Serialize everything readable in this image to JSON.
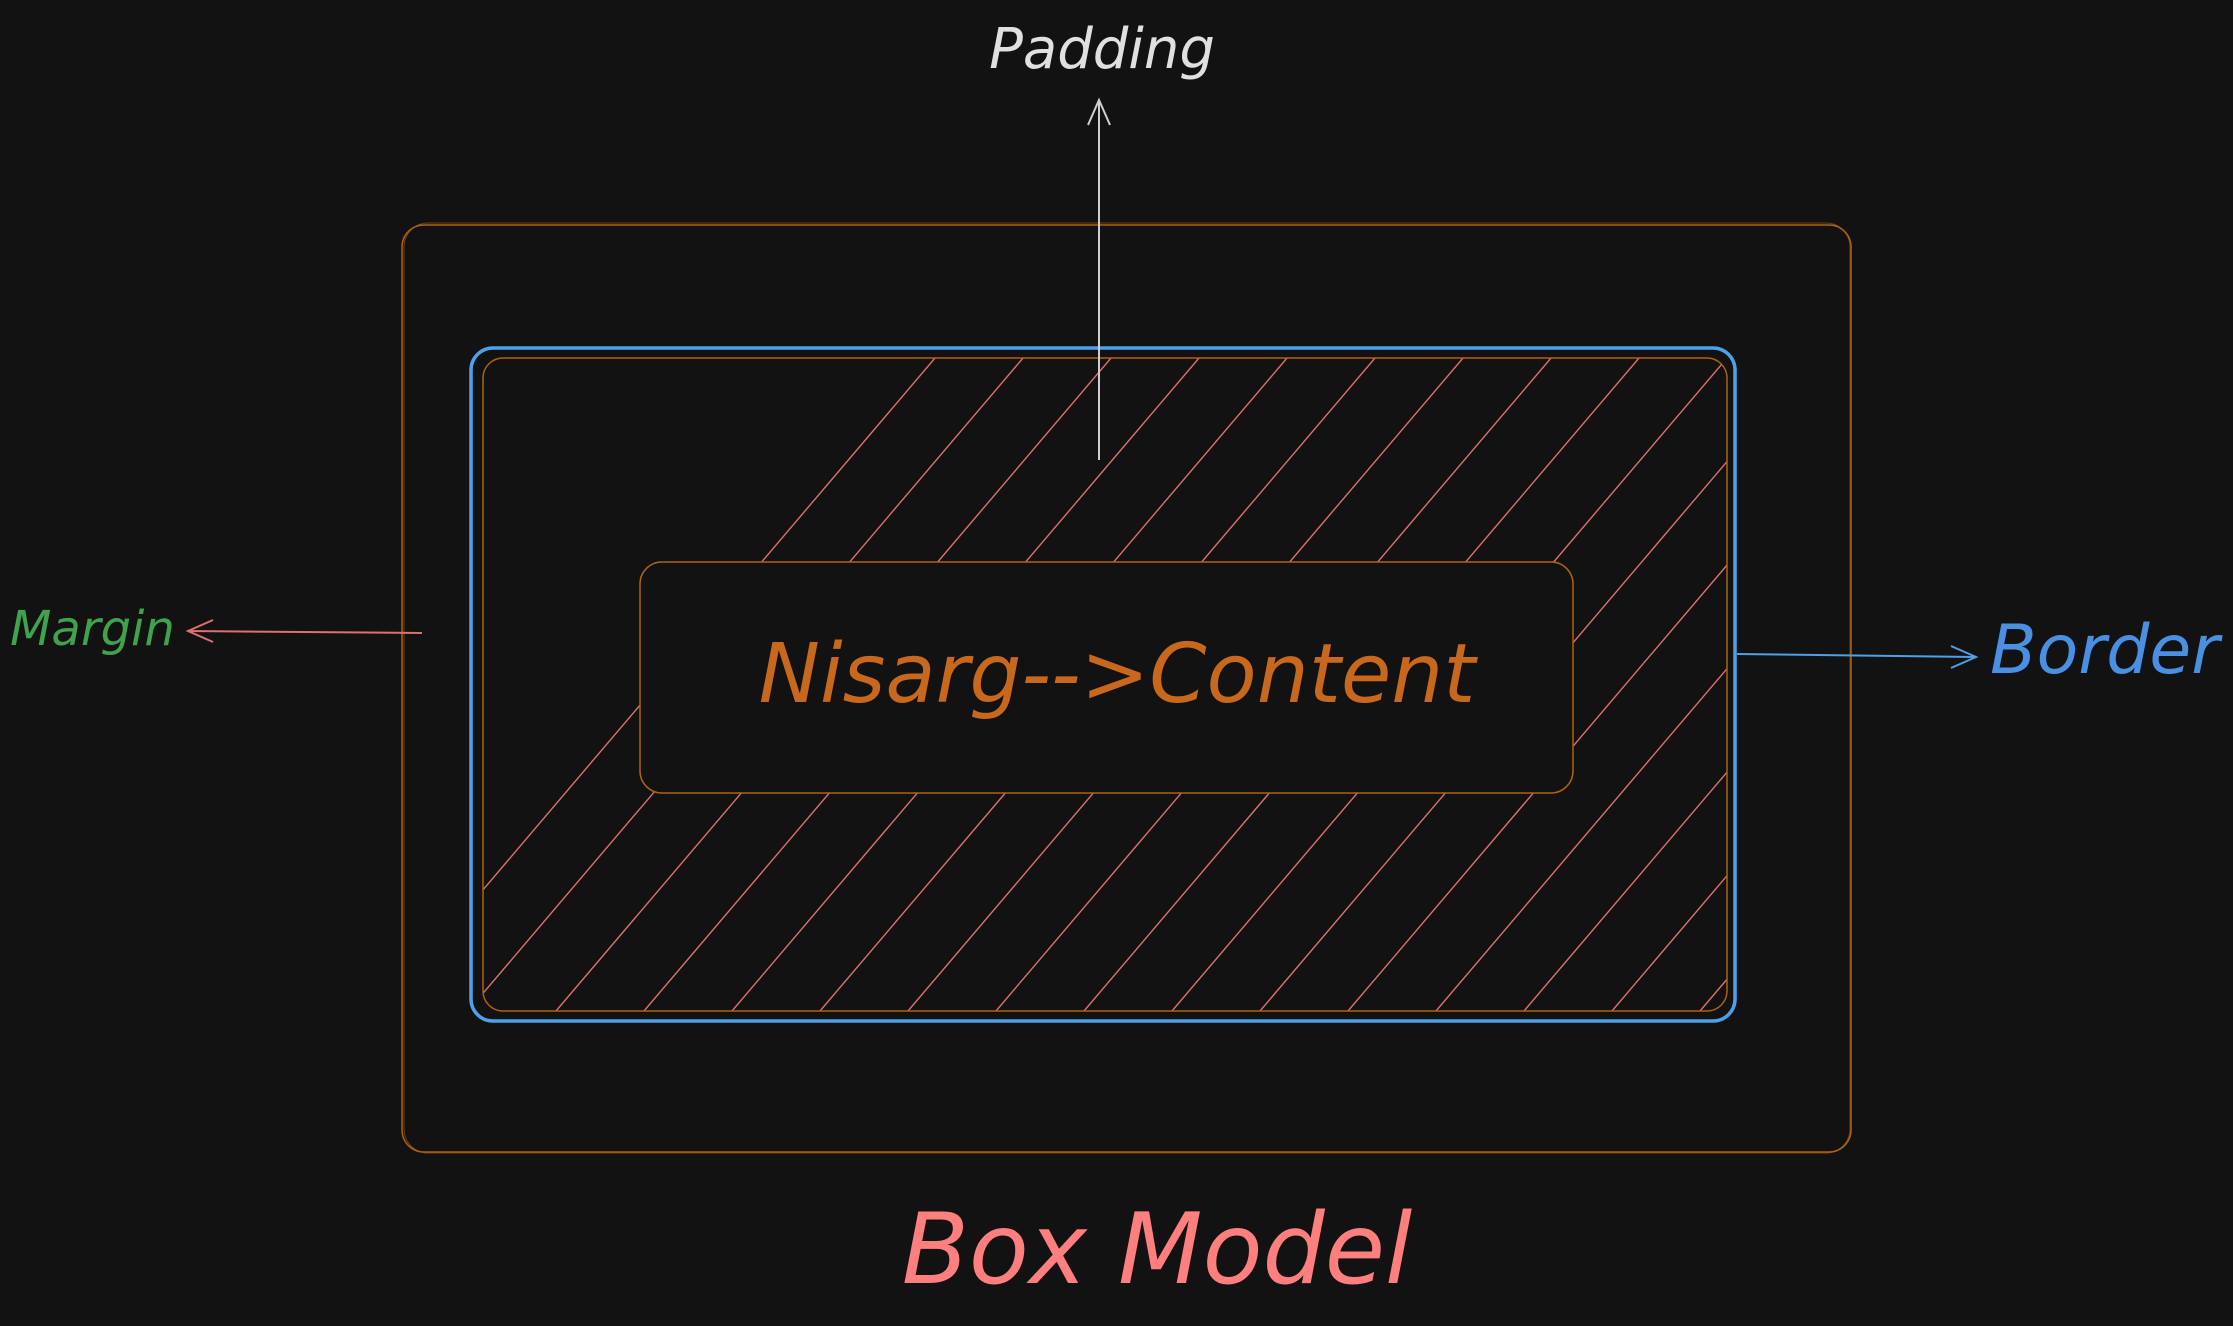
{
  "labels": {
    "padding": "Padding",
    "margin": "Margin",
    "border": "Border",
    "content": "Nisarg-->Content",
    "title": "Box Model"
  },
  "colors": {
    "background": "#121212",
    "padding_label": "#e0e0e0",
    "margin_label": "#3fa34d",
    "border_label": "#4a90e2",
    "content_label": "#c8681c",
    "title": "#ff7e7e",
    "margin_box": "#b0620f",
    "border_box": "#4ea1e8",
    "hatch": "#e06f6f",
    "arrow_padding": "#cfcfcf",
    "arrow_margin": "#e06f6f",
    "arrow_border": "#4ea1e8"
  }
}
